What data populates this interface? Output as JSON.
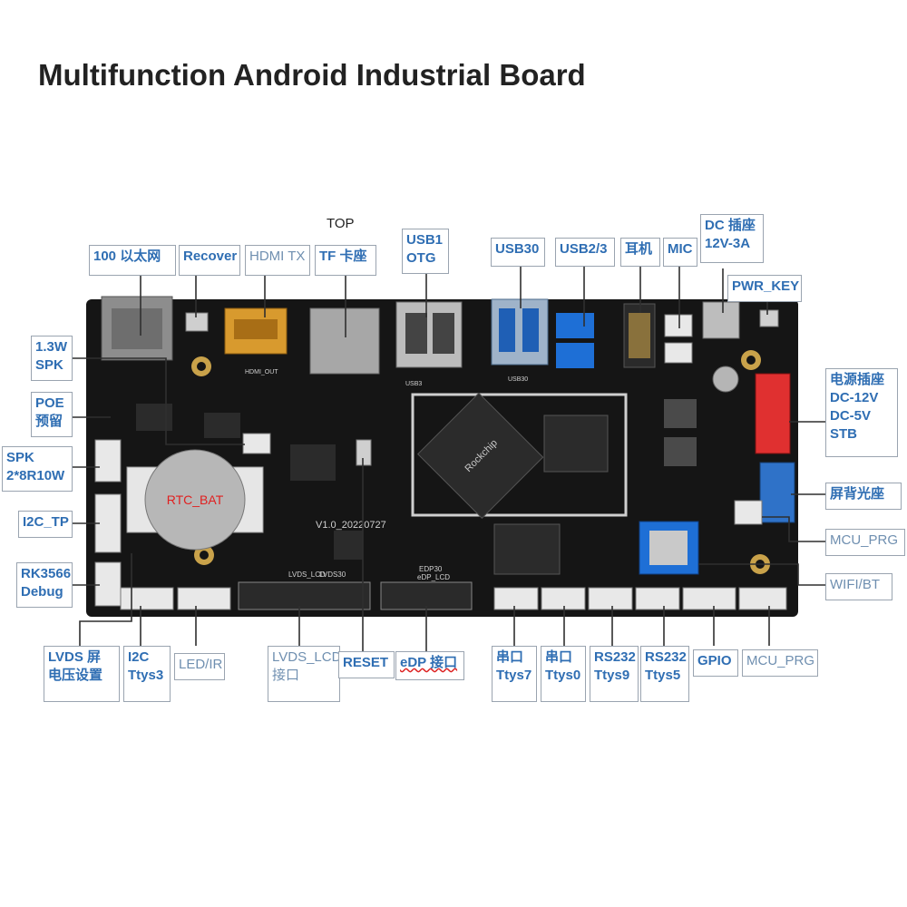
{
  "title": "Multifunction Android Industrial Board",
  "top_label": "TOP",
  "colors": {
    "label_text": "#2f6eb3",
    "label_border": "#9aa4b0",
    "leader": "#2f2f2f",
    "board": "#141414"
  },
  "board": {
    "rtc_label": "RTC_BAT",
    "version_text": "V1.0_20220727",
    "silkscreen": {
      "lvds_lcd": "LVDS_LCD",
      "lvds_sub": "LVDS30",
      "edp": "EDP30",
      "edp_sub": "eDP_LCD",
      "hdmi_out": "HDMI_OUT",
      "usb30": "USB30",
      "usb3": "USB3"
    },
    "chip_logo": "Rockchip"
  },
  "labels": [
    {
      "key": "eth100",
      "text": "100 以太网"
    },
    {
      "key": "recover",
      "text": "Recover"
    },
    {
      "key": "hdmi_tx",
      "text": "HDMI TX"
    },
    {
      "key": "tf",
      "text": "TF 卡座"
    },
    {
      "key": "usb1_otg",
      "text": "USB1\nOTG"
    },
    {
      "key": "usb30",
      "text": "USB30"
    },
    {
      "key": "usb23",
      "text": "USB2/3"
    },
    {
      "key": "earphone",
      "text": "耳机"
    },
    {
      "key": "mic",
      "text": "MIC"
    },
    {
      "key": "dc_socket",
      "text": "DC 插座\n12V-3A"
    },
    {
      "key": "pwr_key",
      "text": "PWR_KEY"
    },
    {
      "key": "spk_13w",
      "text": "1.3W\nSPK"
    },
    {
      "key": "poe",
      "text": "POE\n预留"
    },
    {
      "key": "spk_2x",
      "text": "SPK\n2*8R10W"
    },
    {
      "key": "i2c_tp",
      "text": "I2C_TP"
    },
    {
      "key": "rk_debug",
      "text": "RK3566\nDebug"
    },
    {
      "key": "power_socket",
      "text": "电源插座\nDC-12V\nDC-5V\nSTB"
    },
    {
      "key": "backlight",
      "text": "屏背光座"
    },
    {
      "key": "mcu_prg_r",
      "text": "MCU_PRG"
    },
    {
      "key": "wifi_bt",
      "text": "WIFI/BT"
    },
    {
      "key": "lvds_volt",
      "text": "LVDS 屏\n电压设置"
    },
    {
      "key": "i2c_ttys3",
      "text": "I2C\nTtys3"
    },
    {
      "key": "led_ir",
      "text": "LED/IR"
    },
    {
      "key": "lvds_port",
      "text": "LVDS_LCD\n接口"
    },
    {
      "key": "reset",
      "text": "RESET"
    },
    {
      "key": "edp_port",
      "text": "eDP 接口"
    },
    {
      "key": "uart_ttys7",
      "text": "串口\nTtys7"
    },
    {
      "key": "uart_ttys0",
      "text": "串口\nTtys0"
    },
    {
      "key": "rs232_ttys9",
      "text": "RS232\nTtys9"
    },
    {
      "key": "rs232_ttys5",
      "text": "RS232\nTtys5"
    },
    {
      "key": "gpio",
      "text": "GPIO"
    },
    {
      "key": "mcu_prg_b",
      "text": "MCU_PRG"
    }
  ]
}
